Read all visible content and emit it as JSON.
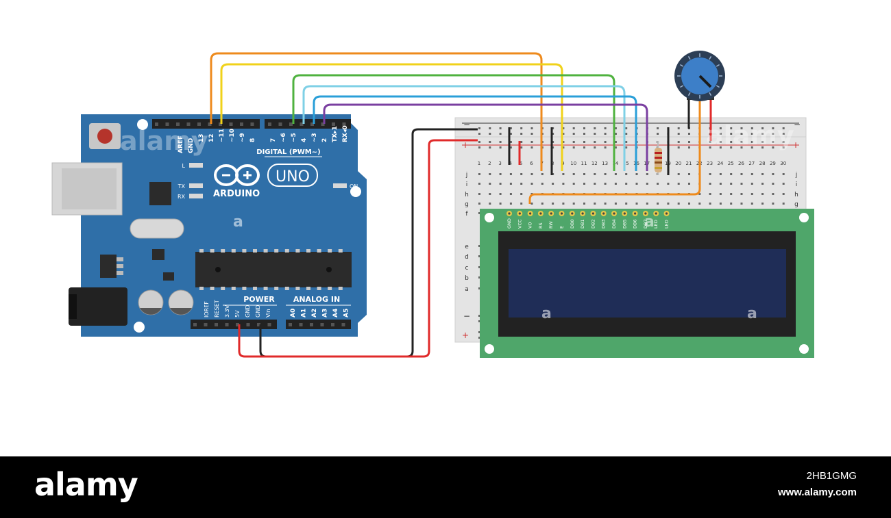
{
  "arduino": {
    "brand": "ARDUINO",
    "model": "UNO",
    "on_label": "ON",
    "led_l": "L",
    "led_tx": "TX",
    "led_rx": "RX",
    "digital_header": "DIGITAL (PWM~)",
    "power_header": "POWER",
    "analog_header": "ANALOG IN",
    "digital_pins": [
      "AREF",
      "GND",
      "13",
      "12",
      "~11",
      "~10",
      "~9",
      "8",
      "7",
      "~6",
      "~5",
      "4",
      "~3",
      "2",
      "TX▸1",
      "RX◂0"
    ],
    "power_pins": [
      "IOREF",
      "RESET",
      "3.3V",
      "5V",
      "GND",
      "GND",
      "Vin"
    ],
    "analog_pins": [
      "A0",
      "A1",
      "A2",
      "A3",
      "A4",
      "A5"
    ]
  },
  "breadboard": {
    "columns": [
      "1",
      "2",
      "3",
      "4",
      "5",
      "6",
      "7",
      "8",
      "9",
      "10",
      "11",
      "12",
      "13",
      "14",
      "15",
      "16",
      "17",
      "18",
      "19",
      "20",
      "21",
      "22",
      "23",
      "24",
      "25",
      "26",
      "27",
      "28",
      "29",
      "30"
    ],
    "rows_top": [
      "j",
      "i",
      "h",
      "g",
      "f"
    ],
    "rows_bottom": [
      "e",
      "d",
      "c",
      "b",
      "a"
    ],
    "rail_minus": "−",
    "rail_plus": "+"
  },
  "lcd": {
    "pins": [
      "GND",
      "VCC",
      "VO",
      "RS",
      "RW",
      "E",
      "DB0",
      "DB1",
      "DB2",
      "DB3",
      "DB4",
      "DB5",
      "DB6",
      "DB7",
      "LED",
      "LED"
    ]
  },
  "colors": {
    "arduino_board": "#2f6fa8",
    "breadboard": "#e4e4e4",
    "lcd_board": "#4fa66a",
    "lcd_screen": "#1f2d57",
    "wire_orange": "#ee8a1c",
    "wire_yellow": "#f0d21a",
    "wire_green": "#4fb23f",
    "wire_lightblue": "#7fd0e6",
    "wire_blue": "#2a9fd8",
    "wire_purple": "#7a3fa0",
    "wire_black": "#222222",
    "wire_red": "#e02a2a",
    "pot_knob": "#3d7fc8"
  },
  "watermark": {
    "text": "a",
    "brand": "alamy"
  },
  "footer": {
    "logo": "alamy",
    "image_id": "2HB1GMG",
    "url": "www.alamy.com"
  }
}
